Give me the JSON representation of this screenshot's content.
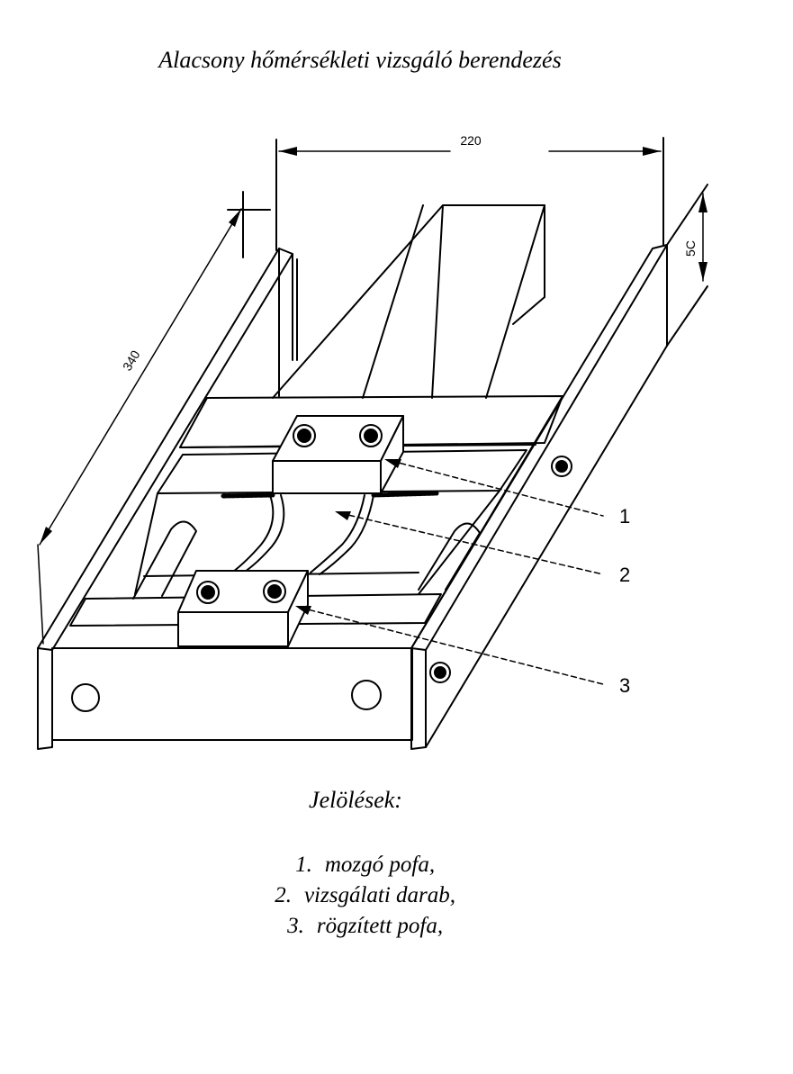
{
  "title": "Alacsony hőmérsékleti vizsgáló berendezés",
  "dimensions": {
    "width": "220",
    "length": "340",
    "height": "5C"
  },
  "callouts": [
    "1",
    "2",
    "3"
  ],
  "legend": {
    "heading": "Jelölések:",
    "items": [
      {
        "num": "1.",
        "text": "mozgó pofa,"
      },
      {
        "num": "2.",
        "text": "vizsgálati darab,"
      },
      {
        "num": "3.",
        "text": "rögzített pofa,"
      }
    ]
  }
}
